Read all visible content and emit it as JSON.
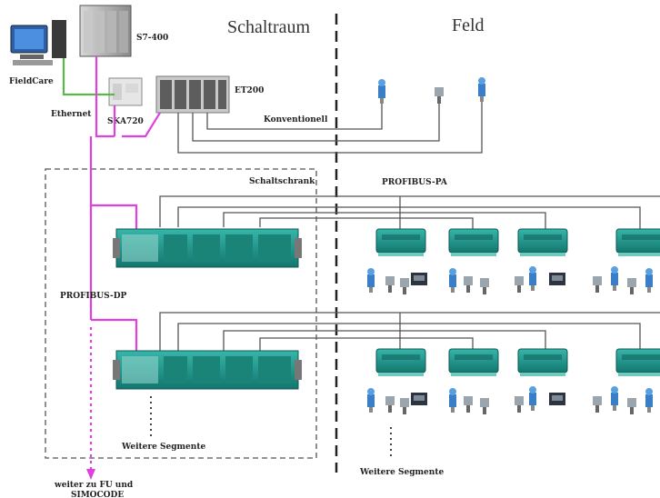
{
  "zones": {
    "control_room": "Schaltraum",
    "field": "Feld"
  },
  "labels": {
    "fieldcare": "FieldCare",
    "ethernet": "Ethernet",
    "s7400": "S7-400",
    "ska720": "SKA720",
    "et200": "ET200",
    "konventionell": "Konventionell",
    "schaltschrank": "Schaltschrank",
    "profibus_pa": "PROFIBUS-PA",
    "profibus_dp": "PROFIBUS-DP",
    "weitere_segmente_cabinet": "Weitere Segmente",
    "weitere_segmente_field": "Weitere Segmente",
    "weiter_line1": "weiter zu FU und",
    "weiter_line2": "SIMOCODE"
  },
  "colors": {
    "profibus_dp_line": "#e040e0",
    "ethernet_line": "#5ab84a",
    "module_teal": "#1f9a8f",
    "bus_line": "#555555"
  },
  "icons": [
    "computer-icon",
    "plc-icon",
    "coupler-icon",
    "io-module-icon",
    "junction-box-icon",
    "transmitter-icon"
  ]
}
